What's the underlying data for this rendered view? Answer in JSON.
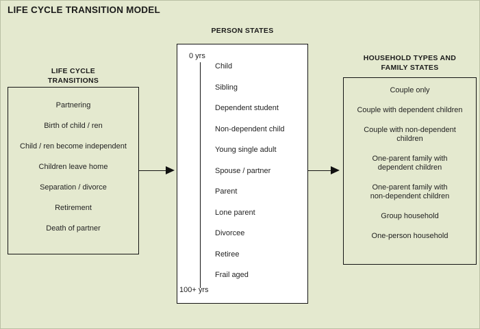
{
  "title": "LIFE CYCLE TRANSITION MODEL",
  "colors": {
    "background": "#e4e9cf",
    "panel": "#ffffff",
    "line": "#111111",
    "text": "#1a1a1a"
  },
  "panels": {
    "transitions": {
      "heading": "LIFE CYCLE\nTRANSITIONS",
      "heading_line1": "LIFE CYCLE",
      "heading_line2": "TRANSITIONS",
      "items": [
        "Partnering",
        "Birth of child / ren",
        "Child / ren become independent",
        "Children leave home",
        "Separation / divorce",
        "Retirement",
        "Death of partner"
      ]
    },
    "person_states": {
      "heading": "PERSON STATES",
      "age_start": "0 yrs",
      "age_end": "100+ yrs",
      "items": [
        "Child",
        "Sibling",
        "Dependent student",
        "Non-dependent child",
        "Young single adult",
        "Spouse / partner",
        "Parent",
        "Lone parent",
        "Divorcee",
        "Retiree",
        "Frail aged"
      ]
    },
    "household": {
      "heading_line1": "HOUSEHOLD TYPES AND",
      "heading_line2": "FAMILY STATES",
      "items": [
        "Couple only",
        "Couple with dependent children",
        "Couple with non-dependent\nchildren",
        "One-parent family with\ndependent children",
        "One-parent family with\nnon-dependent children",
        "Group household",
        "One-person household"
      ]
    }
  },
  "arrows": [
    {
      "name": "transitions-to-person-states",
      "direction": "right"
    },
    {
      "name": "person-states-to-household",
      "direction": "right"
    }
  ]
}
